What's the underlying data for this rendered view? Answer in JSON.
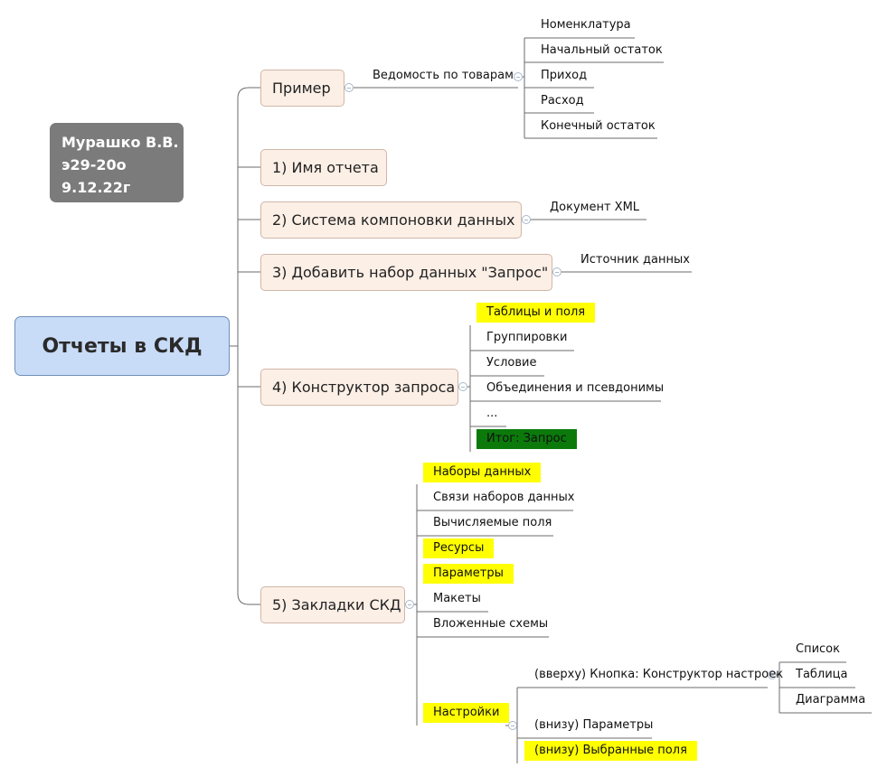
{
  "root": {
    "title": "Отчеты в СКД"
  },
  "author": {
    "lines": [
      "Мурашко В.В.",
      "э29-20о",
      "9.12.22г"
    ]
  },
  "branches": {
    "example": "Пример",
    "b1": "1) Имя отчета",
    "b2": "2) Система компоновки данных",
    "b3": "3) Добавить набор данных \"Запрос\"",
    "b4": "4) Конструктор запроса",
    "b5": "5) Закладки СКД"
  },
  "example_items": {
    "vedomost": "Ведомость по товарам",
    "children": [
      "Номенклатура",
      "Начальный остаток",
      "Приход",
      "Расход",
      "Конечный остаток"
    ]
  },
  "b2_items": [
    "Документ XML"
  ],
  "b3_items": [
    "Источник данных"
  ],
  "b4_items": [
    "Таблицы и поля",
    "Группировки",
    "Условие",
    "Объединения и псевдонимы",
    "...",
    "Итог: Запрос"
  ],
  "b5_items": [
    "Наборы данных",
    "Связи наборов данных",
    "Вычисляемые поля",
    "Ресурсы",
    "Параметры",
    "Макеты",
    "Вложенные схемы",
    "Настройки"
  ],
  "settings_items": [
    "(вверху) Кнопка: Конструктор настроек",
    "(внизу) Параметры",
    "(внизу) Выбранные поля"
  ],
  "constructor_items": [
    "Список",
    "Таблица",
    "Диаграмма"
  ],
  "colors": {
    "highlight": "#ffff00",
    "result": "#0b7a0b",
    "root_fill": "#c9dcf7",
    "branch_fill": "#fcefe6",
    "author_fill": "#7b7b7b"
  }
}
